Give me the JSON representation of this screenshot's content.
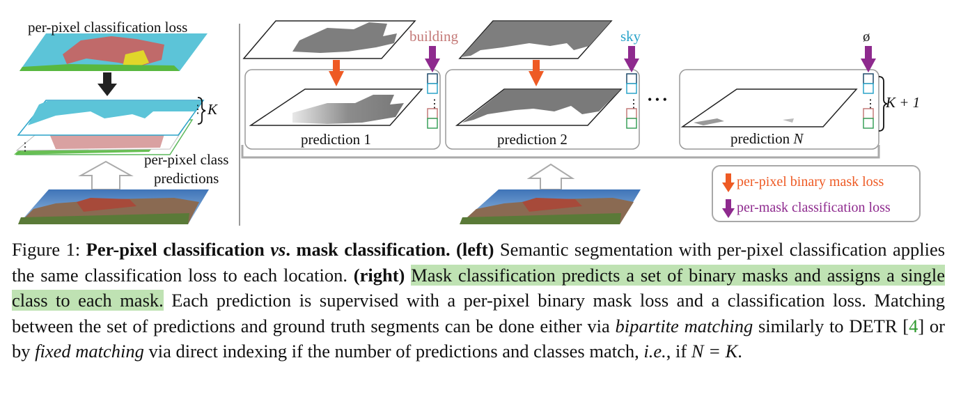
{
  "left_panel": {
    "loss_label": "per-pixel classification loss",
    "k_label": "K",
    "predictions_label_line1": "per-pixel class",
    "predictions_label_line2": "predictions"
  },
  "right_panel": {
    "predictions": [
      {
        "label": "prediction 1",
        "class_label": "building",
        "class_color": "#c47a78"
      },
      {
        "label": "prediction 2",
        "class_label": "sky",
        "class_color": "#2aa3c9"
      },
      {
        "label_prefix": "prediction ",
        "label_var": "N",
        "class_label": "ø",
        "class_color": "#222222"
      }
    ],
    "k_plus_one_label": "K + 1",
    "ellipsis": "• • •"
  },
  "legend": {
    "mask_loss": "per-pixel binary mask loss",
    "mask_loss_color": "#ee5a24",
    "class_loss": "per-mask classification loss",
    "class_loss_color": "#8e2a8e"
  },
  "caption": {
    "fig_label": "Figure 1: ",
    "title_bold_1": "Per-pixel classification ",
    "title_vs": "vs",
    "title_bold_2": ". mask classification.",
    "left_tag": "(left)",
    "text_1": " Semantic segmentation with per-pixel classification applies the same classification loss to each location. ",
    "right_tag": "(right)",
    "text_2": " ",
    "highlight": "Mask classification predicts a set of binary masks and assigns a single class to each mask.",
    "text_3": " Each prediction is supervised with a per-pixel binary mask loss and a classification loss. Matching between the set of predictions and ground truth segments can be done either via ",
    "bipartite": "bipartite matching",
    "text_4": " similarly to DETR [",
    "cite": "4",
    "text_5": "] or by ",
    "fixed": "fixed matching",
    "text_6": " via direct indexing if the number of predictions and classes match, ",
    "ie": "i.e.",
    "text_7": ", if ",
    "eq": "N = K",
    "text_8": "."
  }
}
